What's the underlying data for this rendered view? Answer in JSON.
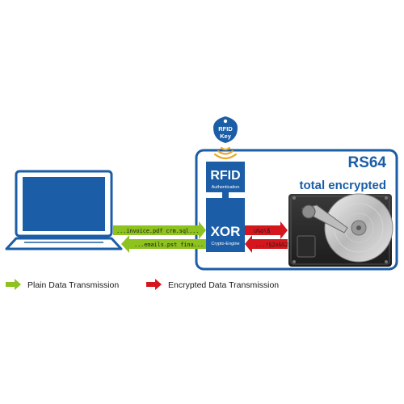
{
  "rfid_key": {
    "line1": "RFID",
    "line2": "Key"
  },
  "device": {
    "name": "RS64",
    "tagline": "total encrypted"
  },
  "rfid_block": {
    "title": "RFID",
    "subtitle": "Authentication"
  },
  "xor_block": {
    "title": "XOR",
    "subtitle": "Crypto-Engine"
  },
  "streams": {
    "plain_in": "...invoice.pdf  crm.sql...",
    "plain_out": "...emails.pst  fina...",
    "encrypted_in": "u%o\\ß",
    "encrypted_out": "...!§2x&S2"
  },
  "legend": {
    "plain": "Plain Data Transmission",
    "encrypted": "Encrypted Data Transmission"
  },
  "colors": {
    "blue": "#1b5da6",
    "green": "#8dc21f",
    "red": "#d5161c",
    "text": "#1a1a1a"
  }
}
